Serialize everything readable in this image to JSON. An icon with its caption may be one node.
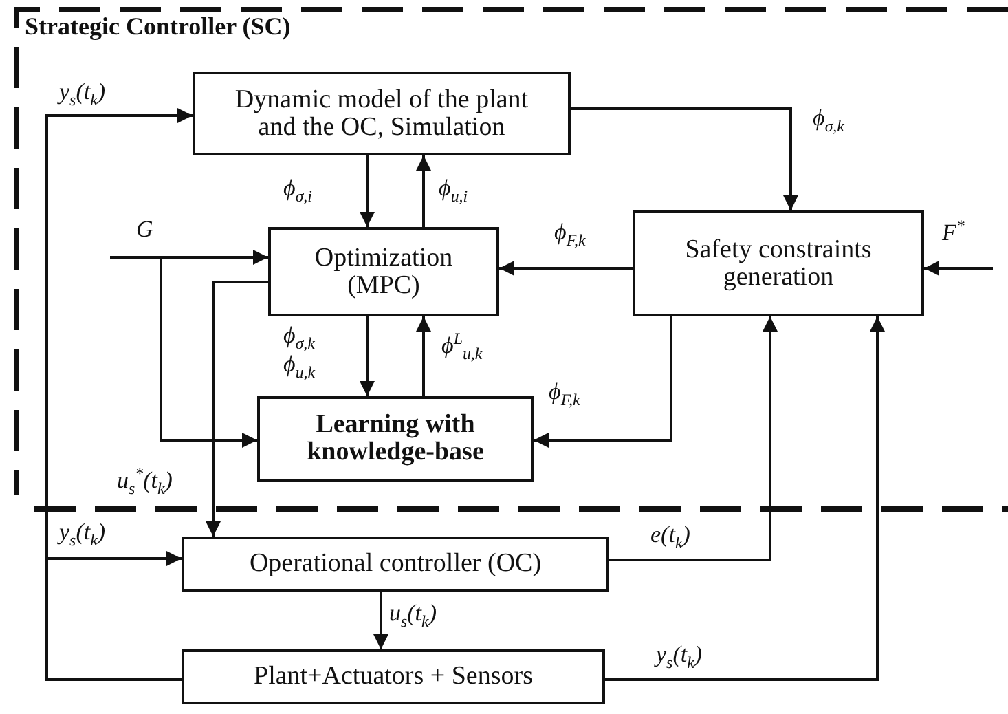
{
  "diagram": {
    "nodes": [
      {
        "text": [
          "Strategic Controller (SC)"
        ]
      },
      {
        "text": [
          "Dynamic model of the plant and the OC, Simulation"
        ],
        "in": 0
      },
      {
        "text": [
          "Optimization (MPC)"
        ],
        "in": 0
      },
      {
        "text": [
          "Safety constraints generation"
        ],
        "in": 0
      },
      {
        "text": [
          "Learning with knowledge-base"
        ],
        "in": 0
      },
      {
        "text": [
          "Operational controller (OC)"
        ]
      },
      {
        "text": [
          "Plant+Actuators + Sensors"
        ]
      }
    ],
    "edges": [
      {
        "from": 1,
        "to": 2,
        "arrow": "to",
        "label": "ϕ$_{σ,i}$"
      },
      {
        "from": 2,
        "to": 1,
        "arrow": "to",
        "label": "ϕ$_{u,i}$"
      },
      {
        "from": 1,
        "to": 3,
        "arrow": "to",
        "label": "ϕ$_{σ,k}$"
      },
      {
        "from": 3,
        "to": 2,
        "arrow": "to",
        "label": "ϕ$_{F,k}$"
      },
      {
        "from": null,
        "to": 3,
        "arrow": "to",
        "label": "F$^{*}$"
      },
      {
        "from": null,
        "to": 2,
        "arrow": "to",
        "label": "G"
      },
      {
        "from": null,
        "to": 4,
        "arrow": "to"
      },
      {
        "from": 2,
        "to": 4,
        "arrow": "to",
        "label": "ϕ$_{σ,k}$ ϕ$_{u,k}$"
      },
      {
        "from": 4,
        "to": 2,
        "arrow": "to",
        "label": "ϕ$^{L}$$_{u,k}$"
      },
      {
        "from": 3,
        "to": 4,
        "arrow": "to",
        "label": "ϕ$_{F,k}$"
      },
      {
        "from": 2,
        "to": 5,
        "arrow": "to",
        "label": "u$_{s}$$^{*}$(t$_{k}$)"
      },
      {
        "from": 6,
        "to": 1,
        "arrow": "to",
        "label": "y$_{s}$(t$_{k}$)"
      },
      {
        "from": 6,
        "to": 5,
        "arrow": "to",
        "label": "y$_{s}$(t$_{k}$)"
      },
      {
        "from": 5,
        "to": 3,
        "arrow": "to",
        "label": "e(t$_{k}$)"
      },
      {
        "from": 5,
        "to": 6,
        "arrow": "to",
        "label": "u$_{s}$(t$_{k}$)"
      },
      {
        "from": 6,
        "to": 3,
        "arrow": "to",
        "label": "y$_{s}$(t$_{k}$)"
      }
    ]
  }
}
